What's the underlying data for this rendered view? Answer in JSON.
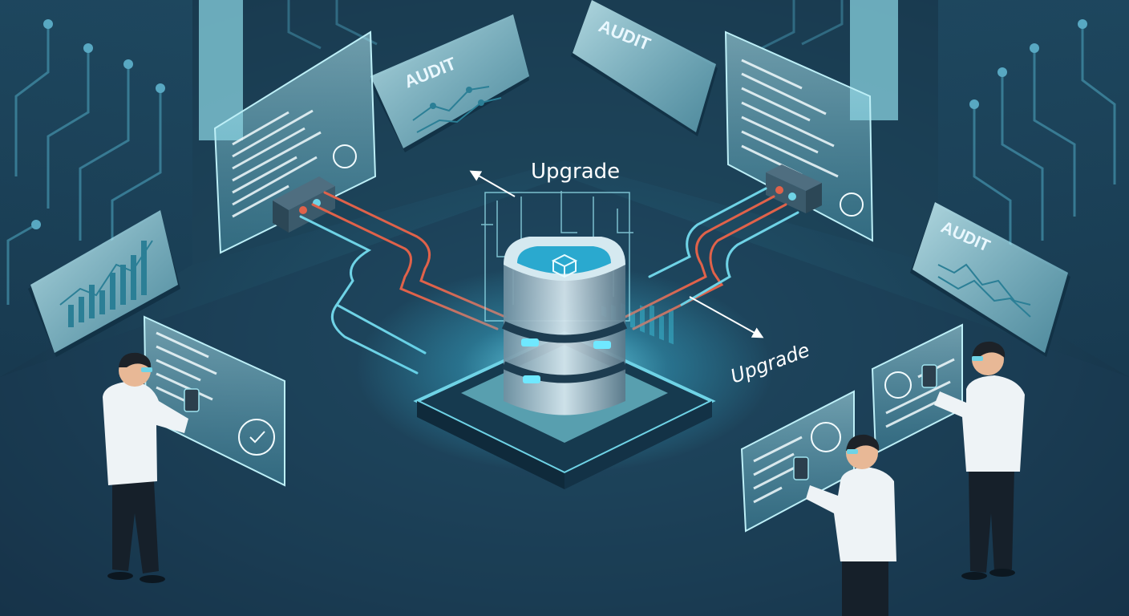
{
  "labels": {
    "upgrade_top": "Upgrade",
    "upgrade_right": "Upgrade",
    "audit_top_left": "AUDIT",
    "audit_top_right": "AUDIT",
    "audit_right": "AUDIT"
  },
  "colors": {
    "background": "#163246",
    "floor": "#1b3d54",
    "glow": "#5fe6ff",
    "panel": "#9fe3ef",
    "cable_red": "#e0624a",
    "cable_cyan": "#6fd3e6",
    "shirt": "#eef3f6",
    "pants": "#16202a",
    "hair": "#1d2228"
  }
}
